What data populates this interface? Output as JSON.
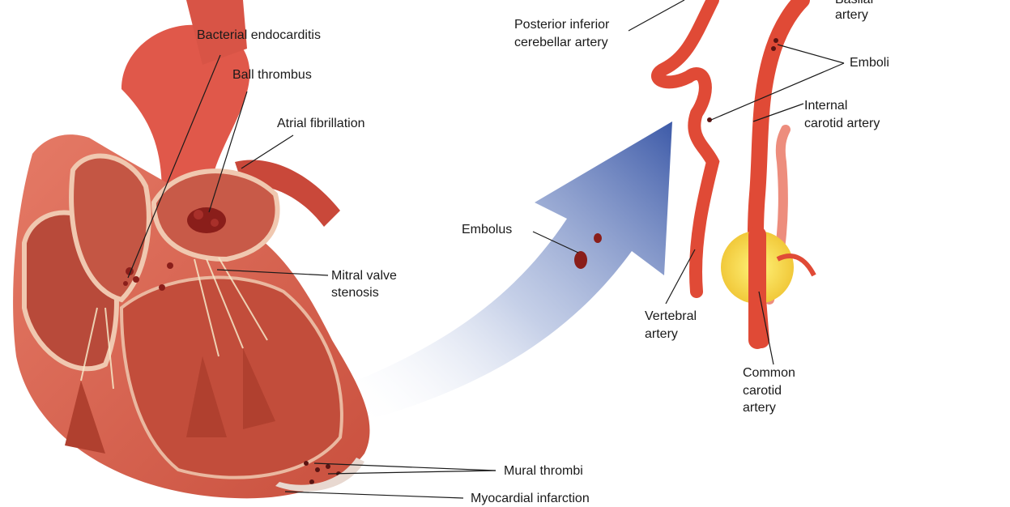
{
  "labels": {
    "bacterial_endocarditis": "Bacterial endocarditis",
    "ball_thrombus": "Ball thrombus",
    "atrial_fibrillation": "Atrial fibrillation",
    "mitral_valve_stenosis_1": "Mitral valve",
    "mitral_valve_stenosis_2": "stenosis",
    "mural_thrombi": "Mural thrombi",
    "myocardial_infarction": "Myocardial infarction",
    "embolus": "Embolus",
    "posterior_inferior_1": "Posterior inferior",
    "posterior_inferior_2": "cerebellar artery",
    "basilar_1": "Basilar",
    "basilar_2": "artery",
    "emboli": "Emboli",
    "internal_carotid_1": "Internal",
    "internal_carotid_2": "carotid artery",
    "vertebral_1": "Vertebral",
    "vertebral_2": "artery",
    "common_carotid_1": "Common",
    "common_carotid_2": "carotid",
    "common_carotid_3": "artery"
  },
  "colors": {
    "heart_muscle": "#d8624f",
    "heart_dark": "#b23d2e",
    "artery": "#e04a36",
    "arrow_blue": "#3d5aa8",
    "thrombus": "#8a1e1a",
    "ganglion_yellow": "#f5dc4a"
  }
}
